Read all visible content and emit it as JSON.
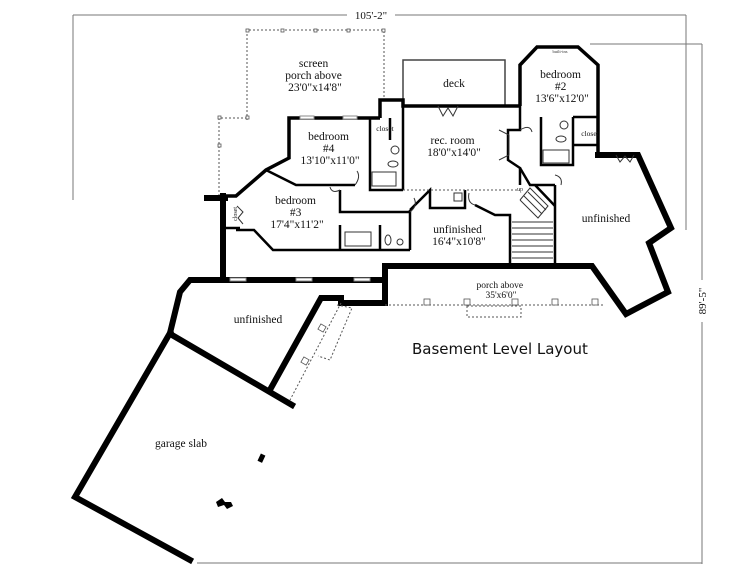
{
  "title": "Basement Level Layout",
  "dimensions": {
    "width": "105'-2\"",
    "depth": "89'-5\""
  },
  "rooms": [
    {
      "id": "screen-porch",
      "lines": [
        "screen",
        "porch above",
        "23'0\"x14'8\""
      ]
    },
    {
      "id": "deck",
      "lines": [
        "deck"
      ]
    },
    {
      "id": "bedroom-2",
      "lines": [
        "bedroom",
        "#2",
        "13'6\"x12'0\""
      ]
    },
    {
      "id": "bedroom-4",
      "lines": [
        "bedroom",
        "#4",
        "13'10\"x11'0\""
      ]
    },
    {
      "id": "rec-room",
      "lines": [
        "rec. room",
        "18'0\"x14'0\""
      ]
    },
    {
      "id": "bedroom-3",
      "lines": [
        "bedroom",
        "#3",
        "17'4\"x11'2\""
      ]
    },
    {
      "id": "unfinished-center",
      "lines": [
        "unfinished",
        "16'4\"x10'8\""
      ]
    },
    {
      "id": "unfinished-right",
      "lines": [
        "unfinished"
      ]
    },
    {
      "id": "porch-above",
      "lines": [
        "porch above",
        "35'x6'0\""
      ]
    },
    {
      "id": "unfinished-left",
      "lines": [
        "unfinished"
      ]
    },
    {
      "id": "garage-slab",
      "lines": [
        "garage slab"
      ]
    }
  ],
  "small_labels": {
    "closet_bed4": "closet",
    "closet_bed2": "closet",
    "closet_bed3": "closet",
    "builtins": "built-ins",
    "stair_up": "up"
  }
}
